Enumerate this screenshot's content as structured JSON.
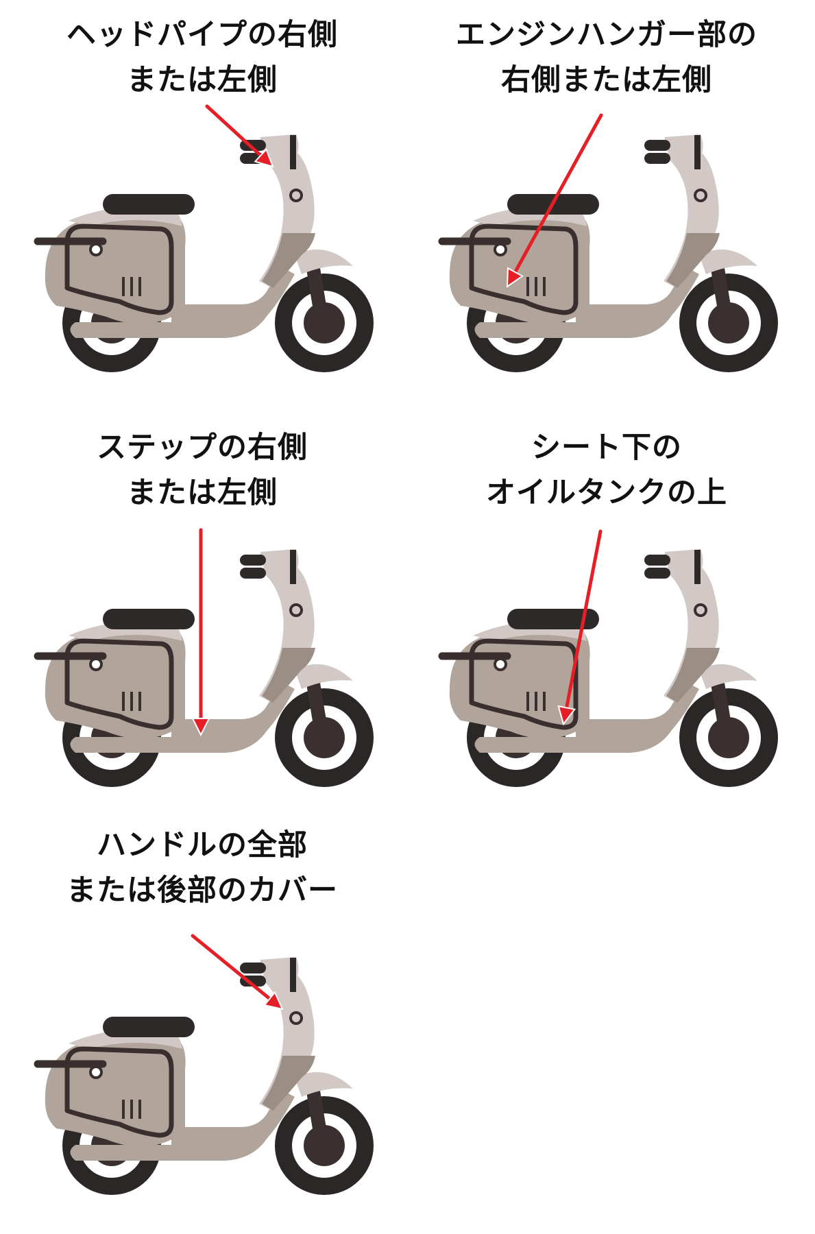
{
  "colors": {
    "body_main": "#b1a59b",
    "body_dark": "#9b8e84",
    "body_light": "#d2c9c6",
    "outline": "#3a2f2f",
    "seat": "#2f2a2a",
    "tire": "#2b2727",
    "rim": "#ffffff",
    "hub": "#3a3030",
    "arrow": "#e51f25"
  },
  "panels": [
    {
      "caption": [
        "ヘッドパイプの右側",
        "または左側"
      ]
    },
    {
      "caption": [
        "エンジンハンガー部の",
        "右側または左側"
      ]
    },
    {
      "caption": [
        "ステップの右側",
        "または左側"
      ]
    },
    {
      "caption": [
        "シート下の",
        "オイルタンクの上"
      ]
    },
    {
      "caption": [
        "ハンドルの全部",
        "または後部のカバー"
      ]
    }
  ]
}
